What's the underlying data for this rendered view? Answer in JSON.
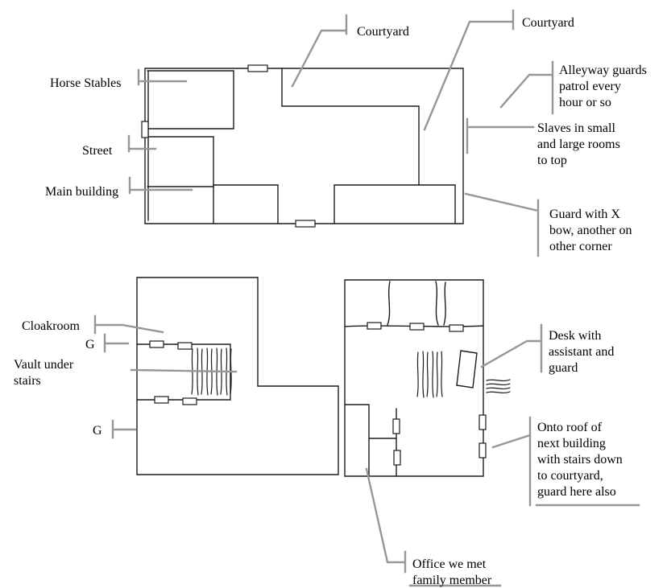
{
  "diagram": {
    "colors": {
      "background": "#ffffff",
      "wall_line": "#1c1c1c",
      "leader_line": "#979797",
      "text": "#000000"
    },
    "labels": {
      "courtyard_left": "Courtyard",
      "courtyard_right": "Courtyard",
      "horse_stables": "Horse Stables",
      "street": "Street",
      "main_building": "Main building",
      "alleyway_guards": "Alleyway guards\npatrol every\nhour or so",
      "slaves_rooms": "Slaves in small\nand large rooms\nto top",
      "guard_crossbow": "Guard with X\nbow, another on\nother corner",
      "cloakroom": "Cloakroom",
      "guard_marker_upper": "G",
      "vault_under_stairs": "Vault under\nstairs",
      "guard_marker_lower": "G",
      "desk_assistant": "Desk with\nassistant and\nguard",
      "roof_next_building": "Onto roof of\nnext building\nwith stairs down\nto courtyard,\nguard here also",
      "office_family_member": "Office we met\nfamily member"
    }
  }
}
